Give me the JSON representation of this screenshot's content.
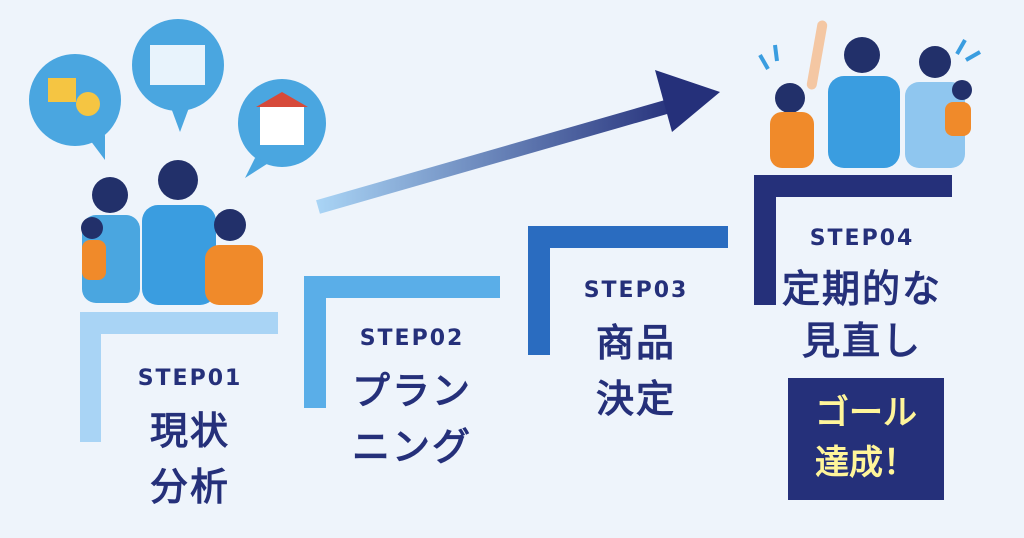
{
  "steps": [
    {
      "label": "STEP01",
      "line1": "現状",
      "line2": "分析",
      "color": "#a9d4f5"
    },
    {
      "label": "STEP02",
      "line1": "プラン",
      "line2": "ニング",
      "color": "#5aaee8"
    },
    {
      "label": "STEP03",
      "line1": "商品",
      "line2": "決定",
      "color": "#2a6cc0"
    },
    {
      "label": "STEP04",
      "line1": "定期的な",
      "line2": "見直し",
      "color": "#25307a"
    }
  ],
  "goal": {
    "line1": "ゴール",
    "line2": "達成！"
  }
}
